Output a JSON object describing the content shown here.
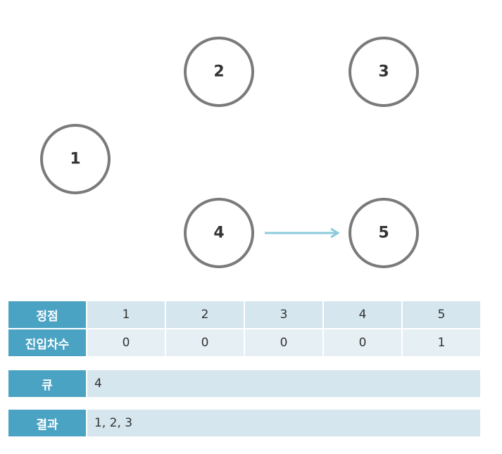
{
  "graph": {
    "nodes": [
      {
        "id": "1",
        "label": "1"
      },
      {
        "id": "2",
        "label": "2"
      },
      {
        "id": "3",
        "label": "3"
      },
      {
        "id": "4",
        "label": "4"
      },
      {
        "id": "5",
        "label": "5"
      }
    ],
    "edges": [
      {
        "from": "4",
        "to": "5"
      }
    ],
    "colors": {
      "node_stroke": "#7a7a7a",
      "edge": "#8ccbdb",
      "header": "#4ba3c3"
    }
  },
  "table": {
    "vertex_header": "정점",
    "vertices": [
      "1",
      "2",
      "3",
      "4",
      "5"
    ],
    "indegree_header": "진입차수",
    "indegrees": [
      "0",
      "0",
      "0",
      "0",
      "1"
    ]
  },
  "queue": {
    "label": "큐",
    "value": "4"
  },
  "result": {
    "label": "결과",
    "value": "1, 2, 3"
  }
}
